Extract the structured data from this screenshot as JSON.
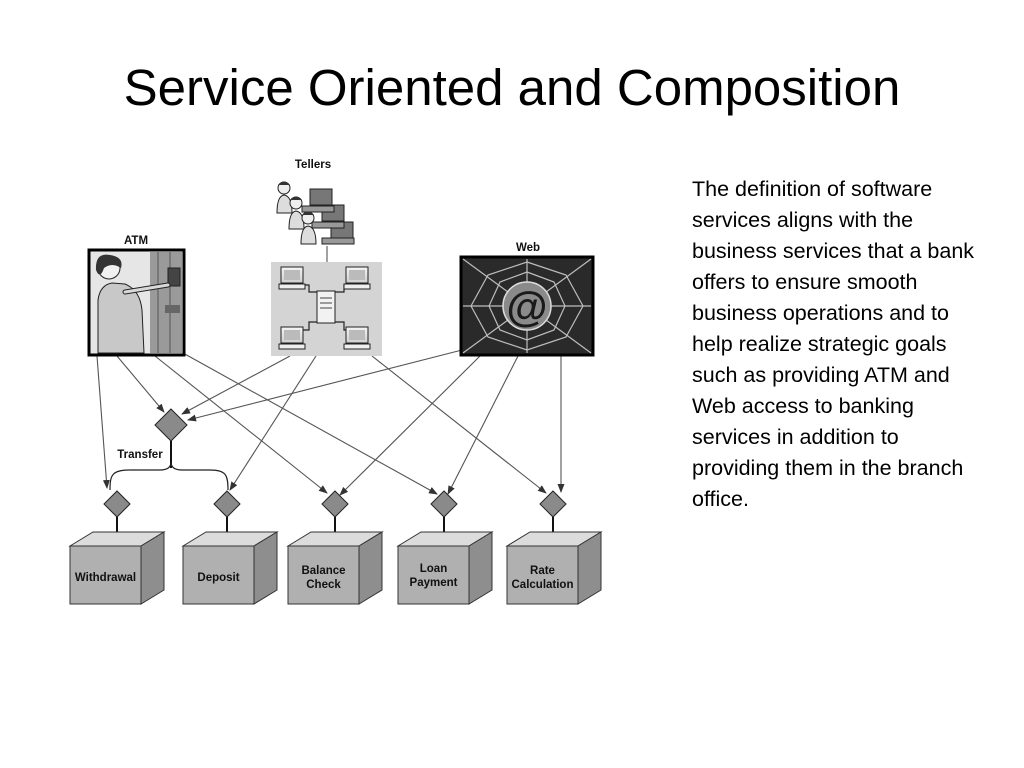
{
  "slide": {
    "title": "Service Oriented and Composition",
    "body": "The definition of software services aligns with the business services that a bank offers to ensure smooth business operations and to help realize strategic goals such as providing ATM and Web access to banking services in addition to providing them in the branch office."
  },
  "diagram": {
    "channels": {
      "tellers": "Tellers",
      "atm": "ATM",
      "web": "Web",
      "web_symbol": "@"
    },
    "composite": {
      "transfer": "Transfer"
    },
    "services": [
      {
        "lines": [
          "Withdrawal"
        ]
      },
      {
        "lines": [
          "Deposit"
        ]
      },
      {
        "lines": [
          "Balance",
          "Check"
        ]
      },
      {
        "lines": [
          "Loan",
          "Payment"
        ]
      },
      {
        "lines": [
          "Rate",
          "Calculation"
        ]
      }
    ],
    "colors": {
      "box_front": "#b0b0b0",
      "box_top": "#dcdcdc",
      "box_side": "#8e8e8e",
      "diamond": "#8a8a8a",
      "panel_dark": "#2a2a2a",
      "network_bg": "#d4d4d4"
    },
    "icons": [
      "person-at-atm-illustration",
      "tellers-illustration",
      "computer-network-illustration",
      "web-illustration"
    ]
  }
}
